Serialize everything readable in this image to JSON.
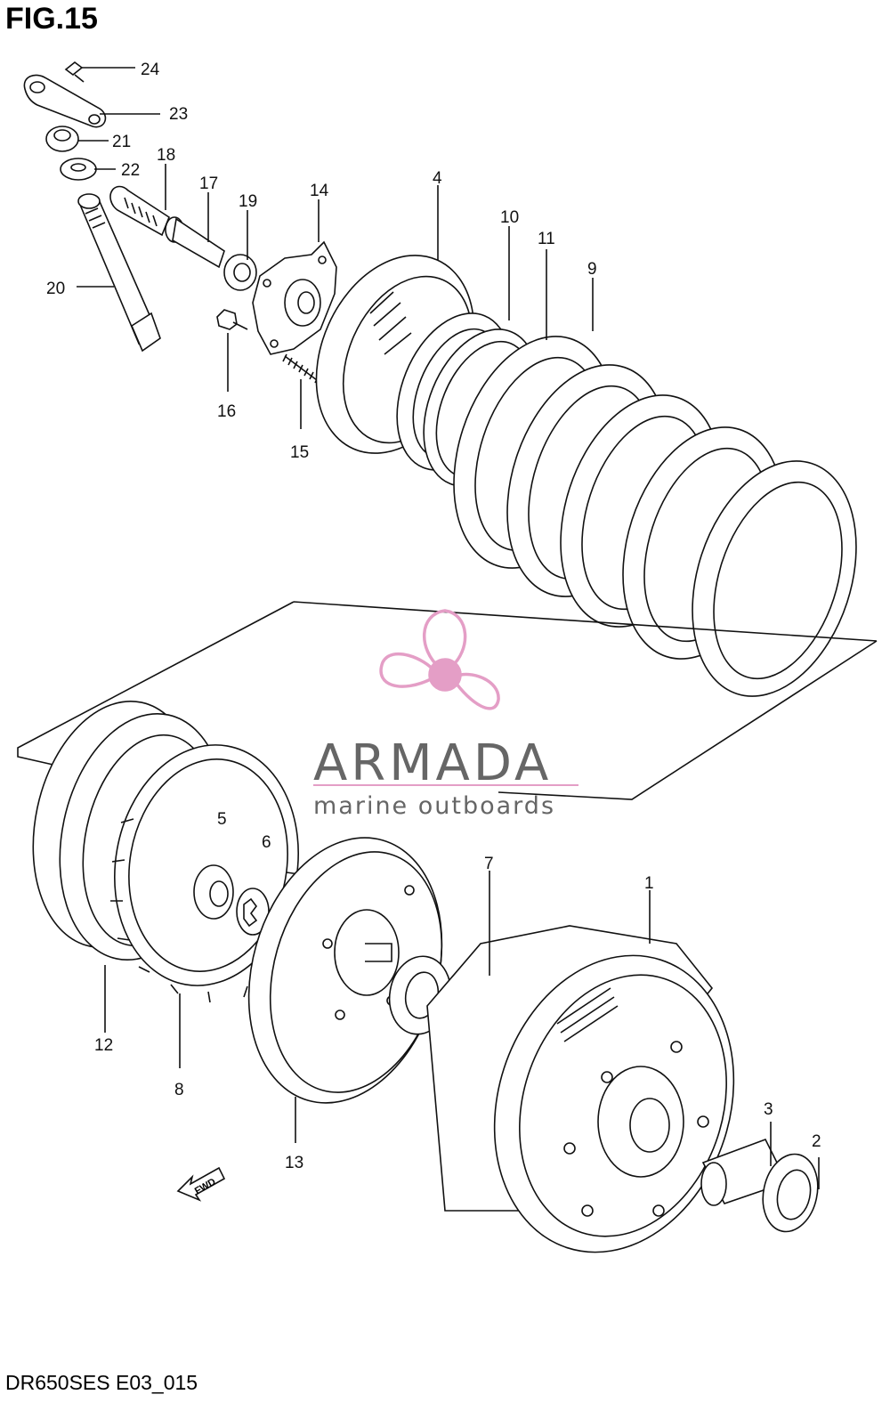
{
  "figure": {
    "title": "FIG.15",
    "footer": "DR650SES E03_015"
  },
  "watermark": {
    "brand": "ARMADA",
    "tagline": "marine outboards",
    "color": "#666666",
    "accent": "#e49ec6"
  },
  "fwd_label": "FWD",
  "callouts": {
    "c1": "1",
    "c2": "2",
    "c3": "3",
    "c4": "4",
    "c5": "5",
    "c6": "6",
    "c7": "7",
    "c8": "8",
    "c9": "9",
    "c10": "10",
    "c11": "11",
    "c12": "12",
    "c13": "13",
    "c14": "14",
    "c15": "15",
    "c16": "16",
    "c17": "17",
    "c18": "18",
    "c19": "19",
    "c20": "20",
    "c21": "21",
    "c22": "22",
    "c23": "23",
    "c24": "24"
  }
}
